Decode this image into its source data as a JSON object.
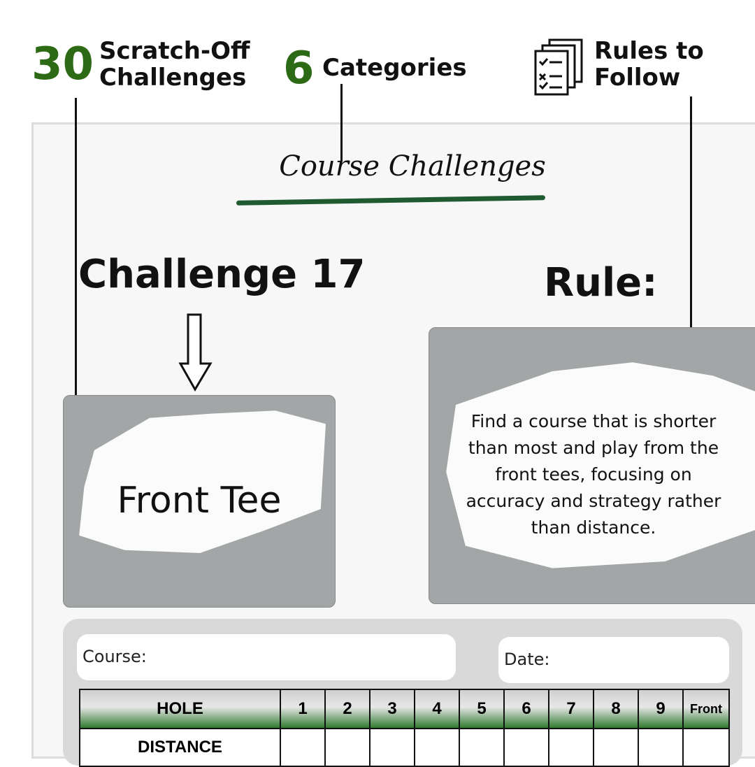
{
  "header": {
    "features": [
      {
        "number": "30",
        "label_line1": "Scratch-Off",
        "label_line2": "Challenges"
      },
      {
        "number": "6",
        "label_line1": "Categories"
      },
      {
        "icon": "checklist-icon",
        "label_line1": "Rules to",
        "label_line2": "Follow"
      }
    ]
  },
  "card": {
    "title": "Course Challenges",
    "challenge_heading": "Challenge 17",
    "rule_heading": "Rule:",
    "challenge_value": "Front Tee",
    "rule_lines": [
      "Find a course that is shorter",
      "than most and play from the",
      "front tees, focusing on",
      "accuracy and strategy rather",
      "than distance."
    ]
  },
  "scorecard": {
    "course_label": "Course:",
    "date_label": "Date:",
    "columns": [
      "HOLE",
      "1",
      "2",
      "3",
      "4",
      "5",
      "6",
      "7",
      "8",
      "9",
      "Front"
    ],
    "rows": [
      {
        "label": "DISTANCE"
      }
    ]
  },
  "colors": {
    "accent": "#2d6a16",
    "scratch_gray": "#a3a6a6"
  }
}
